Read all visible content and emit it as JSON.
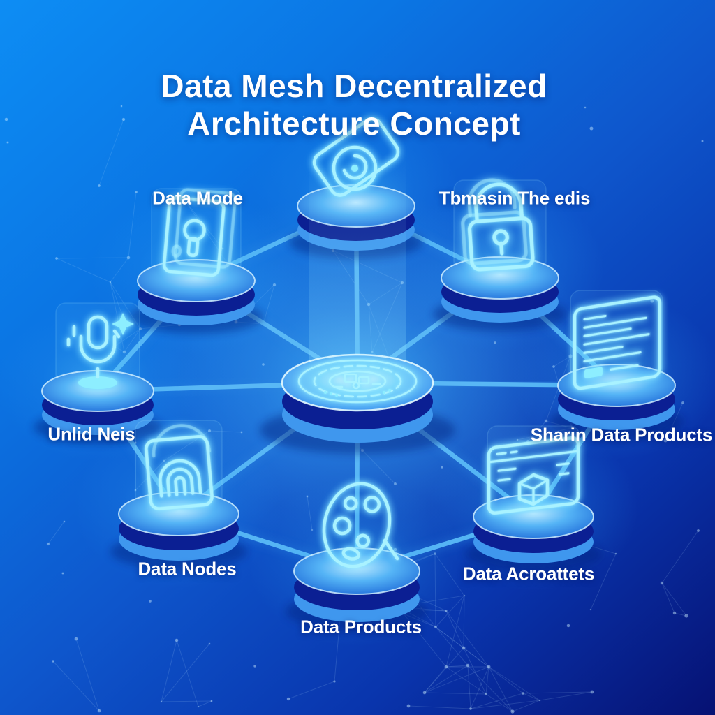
{
  "title": {
    "line1": "Data Mesh Decentralized",
    "line2": "Architecture Concept"
  },
  "hub": {
    "icon": "circuit-hub-icon"
  },
  "nodes": [
    {
      "id": "top",
      "icon": "card-swirl-icon",
      "label": ""
    },
    {
      "id": "top-left",
      "icon": "secure-document-icon",
      "label": "Data Mode"
    },
    {
      "id": "top-right",
      "icon": "padlock-icon",
      "label": "Tbmasin The edis"
    },
    {
      "id": "left",
      "icon": "microphone-icon",
      "label": "Unlid Neis"
    },
    {
      "id": "right",
      "icon": "data-panel-icon",
      "label": "Sharin Data Products"
    },
    {
      "id": "bottom-left",
      "icon": "fingerprint-icon",
      "label": "Data Nodes"
    },
    {
      "id": "bottom-right",
      "icon": "window-cube-icon",
      "label": "Data Acroattets"
    },
    {
      "id": "bottom-center",
      "icon": "palette-icon",
      "label": "Data Products"
    }
  ],
  "colors": {
    "bg_top_left": "#0d8df4",
    "bg_bottom_right": "#061173",
    "connection_line": "#5cbbf7",
    "neon_stroke": "#a9f2ff",
    "disc_top": "#4aa9f5",
    "disc_band": "#0b1f93",
    "disc_lip": "#3f97ee",
    "label_text": "#ffffff"
  }
}
